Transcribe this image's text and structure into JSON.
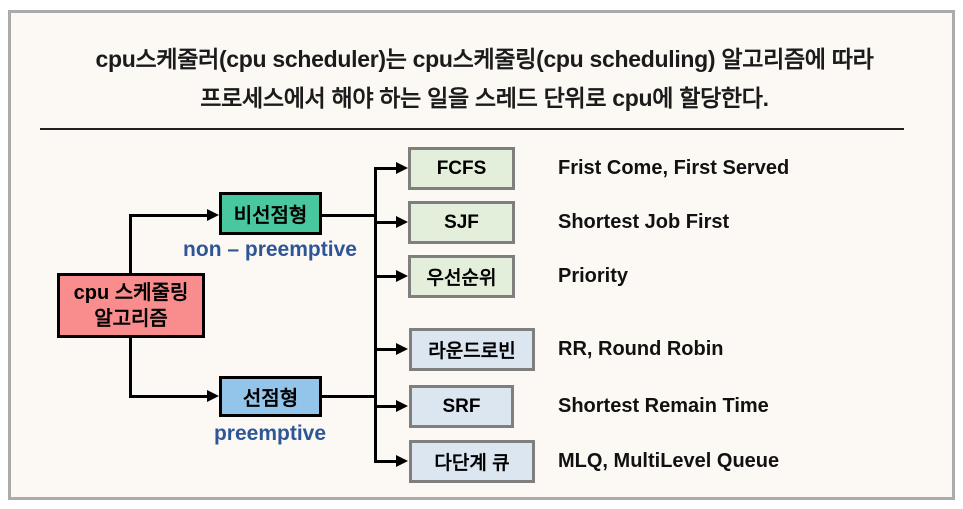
{
  "header": {
    "line1": "cpu스케줄러(cpu scheduler)는 cpu스케줄링(cpu scheduling) 알고리즘에 따라",
    "line2": "프로세스에서 해야 하는 일을 스레드 단위로 cpu에 할당한다."
  },
  "tree": {
    "root": {
      "line1": "cpu 스케줄링",
      "line2": "알고리즘"
    },
    "branches": [
      {
        "label": "비선점형",
        "sublabel": "non – preemptive",
        "children": [
          {
            "label": "FCFS",
            "desc": "Frist Come, First Served"
          },
          {
            "label": "SJF",
            "desc": "Shortest Job First"
          },
          {
            "label": "우선순위",
            "desc": "Priority"
          }
        ]
      },
      {
        "label": "선점형",
        "sublabel": "preemptive",
        "children": [
          {
            "label": "라운드로빈",
            "desc": "RR, Round Robin"
          },
          {
            "label": "SRF",
            "desc": "Shortest Remain Time"
          },
          {
            "label": "다단계 큐",
            "desc": "MLQ, MultiLevel Queue"
          }
        ]
      }
    ]
  },
  "colors": {
    "panel_bg": "#FCF9F5",
    "panel_border": "#ABABAB",
    "root_fill": "#F98D8D",
    "non_preemptive_fill": "#49C79E",
    "preemptive_fill": "#93C4E9",
    "leaf_green_fill": "#E3EFDA",
    "leaf_blue_fill": "#DCE6F1",
    "leaf_border": "#7F7F7F",
    "label_blue": "#2E5697",
    "line_black": "#000000"
  }
}
